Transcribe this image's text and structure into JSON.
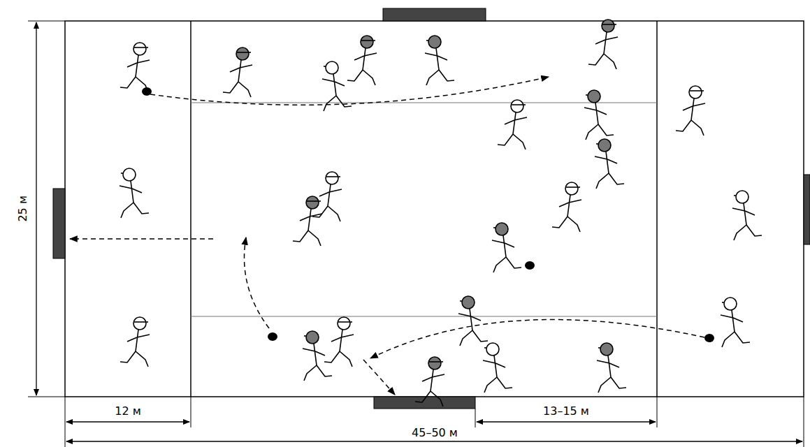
{
  "diagram": {
    "labels": [
      "25 м",
      "12 м",
      "45–50 м",
      "13–15 м"
    ]
  }
}
